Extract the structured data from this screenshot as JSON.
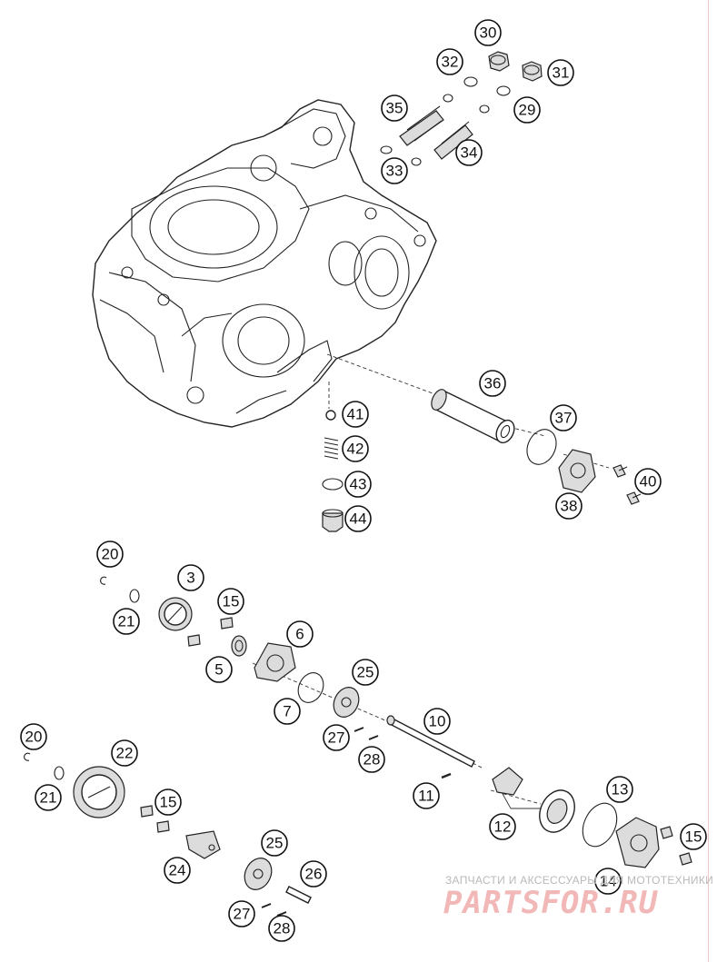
{
  "callouts": [
    "30",
    "32",
    "31",
    "35",
    "29",
    "34",
    "33",
    "36",
    "37",
    "41",
    "42",
    "43",
    "44",
    "38",
    "40",
    "20",
    "3",
    "21",
    "15",
    "6",
    "5",
    "25",
    "7",
    "10",
    "27",
    "28",
    "11",
    "20",
    "22",
    "21",
    "15",
    "13",
    "12",
    "15",
    "24",
    "25",
    "26",
    "14",
    "27",
    "28"
  ],
  "watermark": {
    "tagline": "ЗАПЧАСТИ И АКСЕССУАРЫ ДЛЯ МОТОТЕХНИКИ",
    "logo": "PARTSFOR.RU"
  },
  "colors": {
    "line": "#222222",
    "watermark_tagline": "#b9b9b9",
    "watermark_logo": "#f2b7b7"
  }
}
